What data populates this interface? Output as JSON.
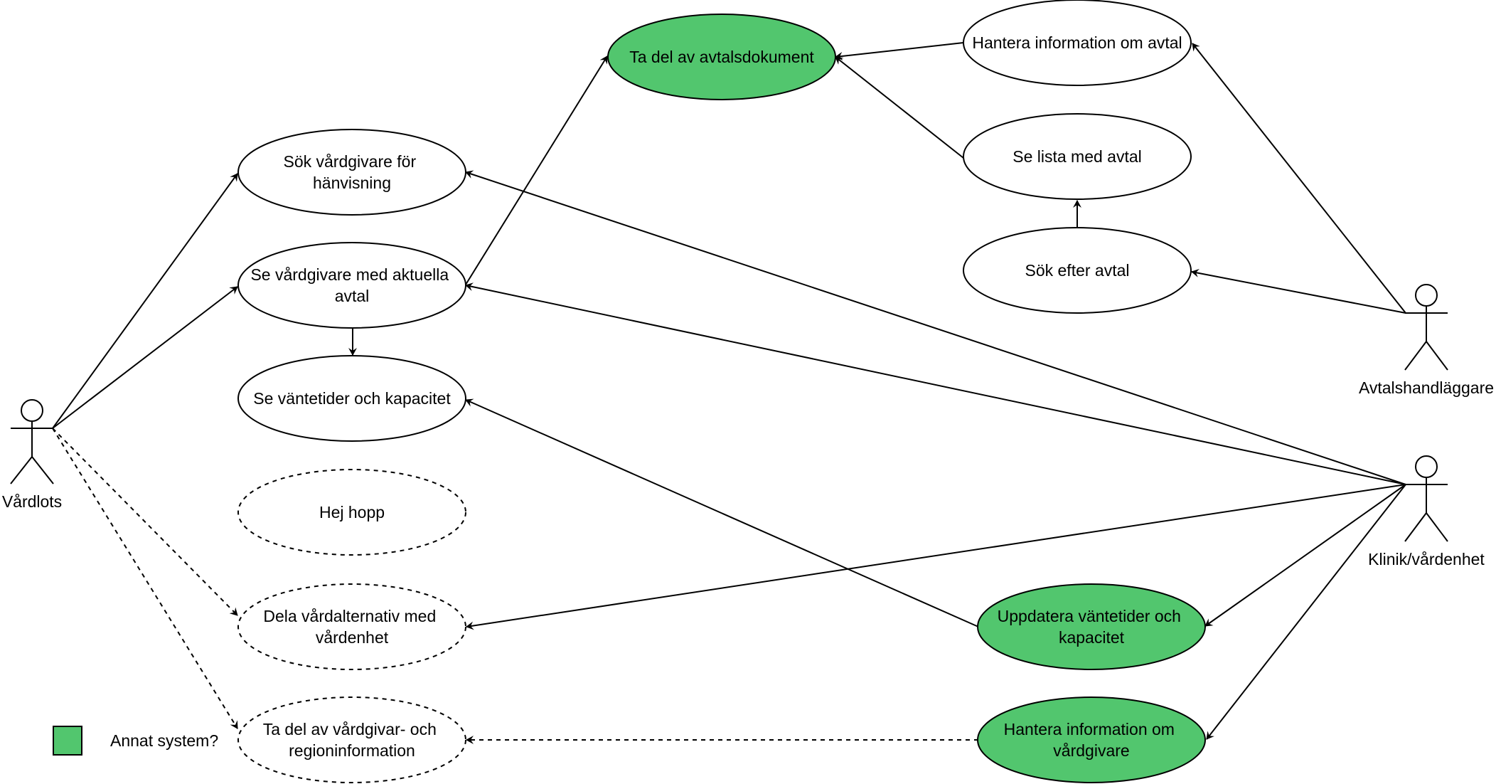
{
  "diagram": {
    "colors": {
      "highlight_fill": "#52c66e",
      "default_fill": "#ffffff",
      "stroke": "#000000"
    },
    "actors": {
      "vardlots": "Vårdlots",
      "avtalshandlaggare": "Avtalshandläggare",
      "klinik": "Klinik/vårdenhet"
    },
    "use_cases": {
      "ta_del_avtal": [
        "Ta del av avtalsdokument"
      ],
      "hantera_avtal": [
        "Hantera information om avtal"
      ],
      "se_lista": [
        "Se lista med avtal"
      ],
      "sok_avtal": [
        "Sök efter avtal"
      ],
      "sok_vardgivare": [
        "Sök vårdgivare för",
        "hänvisning"
      ],
      "se_aktuella": [
        "Se vårdgivare med aktuella",
        "avtal"
      ],
      "se_vantetider": [
        "Se väntetider och kapacitet"
      ],
      "hej_hopp": [
        "Hej hopp"
      ],
      "dela_vardalt": [
        "Dela vårdalternativ med",
        "vårdenhet"
      ],
      "ta_del_region": [
        "Ta del av vårdgivar- och",
        "regioninformation"
      ],
      "uppdatera": [
        "Uppdatera väntetider och",
        "kapacitet"
      ],
      "hantera_vardgivare": [
        "Hantera information om",
        "vårdgivare"
      ]
    },
    "legend": {
      "label": "Annat system?"
    }
  }
}
